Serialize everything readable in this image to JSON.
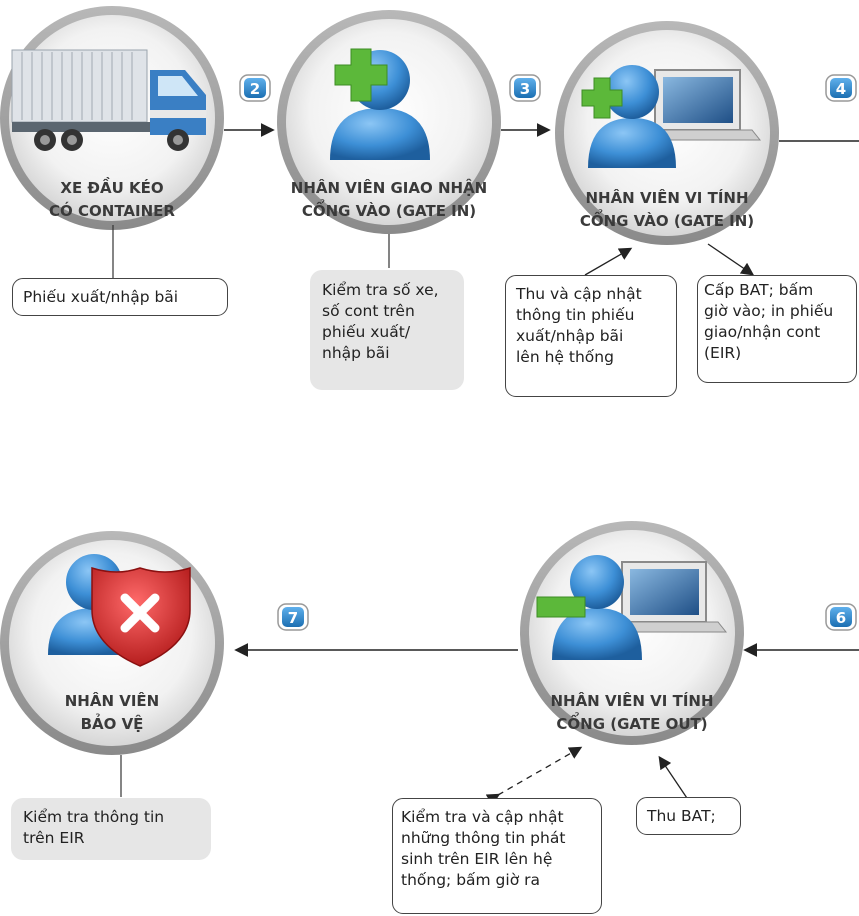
{
  "steps": {
    "truck": {
      "line1": "XE ĐẦU KÉO",
      "line2": "CÓ CONTAINER"
    },
    "gate_in_receiver": {
      "badge": "2",
      "line1": "NHÂN VIÊN GIAO NHẬN",
      "line2": "CỔNG VÀO (GATE IN)"
    },
    "gate_in_computer": {
      "badge": "3",
      "line1": "NHÂN VIÊN VI TÍNH",
      "line2": "CỔNG VÀO (GATE IN)"
    },
    "next_top": {
      "badge": "4"
    },
    "next_bottom": {
      "badge": "6"
    },
    "gate_out_computer": {
      "line1": "NHÂN VIÊN VI TÍNH",
      "line2": "CỔNG (GATE OUT)"
    },
    "guard": {
      "badge": "7",
      "line1": "NHÂN VIÊN",
      "line2": "BẢO VỆ"
    }
  },
  "notes": {
    "phieu": "Phiếu xuất/nhập bãi",
    "kiem_tra_so_xe": [
      "Kiểm tra số xe,",
      "số cont trên",
      "phiếu xuất/",
      "nhập bãi"
    ],
    "thu_cap_nhat": [
      "Thu và cập nhật",
      "thông tin phiếu",
      "xuất/nhập bãi",
      "lên hệ thống"
    ],
    "cap_bat": [
      "Cấp BAT; bấm",
      "giờ vào; in phiếu",
      "giao/nhận cont",
      "(EIR)"
    ],
    "kiem_tra_eir": [
      "Kiểm tra thông tin",
      "trên EIR"
    ],
    "kiem_tra_cap_nhat": [
      "Kiểm tra và cập nhật",
      "những thông tin phát",
      "sinh trên EIR lên hệ",
      "thống; bấm giờ ra"
    ],
    "thu_bat": "Thu BAT;"
  },
  "colors": {
    "ring": "#9d9d9d",
    "badge_blue": "#2b7fc3",
    "person_blue": "#3d8fd6",
    "plus_green": "#5cb83a",
    "shield_red": "#d42a2a",
    "note_gray": "#e6e6e6"
  },
  "icons": [
    "truck-icon",
    "user-add-icon",
    "computer-user-add-icon",
    "computer-user-remove-icon",
    "user-shield-icon"
  ]
}
